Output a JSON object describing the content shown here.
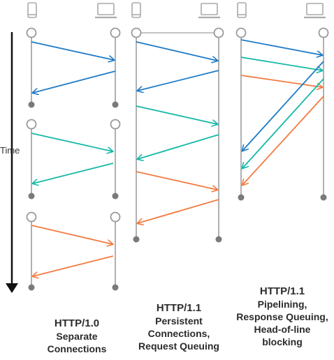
{
  "time_label": "Time",
  "colors": {
    "blue": "#1f7bc6",
    "teal": "#15b9a6",
    "orange": "#f37b40",
    "line": "#b0b0b0",
    "dot": "#7a7a7a",
    "icon": "#aaaaaa",
    "axis": "#111111"
  },
  "panels": [
    {
      "title": "HTTP/1.0",
      "lines": [
        "Separate",
        "Connections"
      ]
    },
    {
      "title": "HTTP/1.1",
      "lines": [
        "Persistent",
        "Connections,",
        "Request Queuing"
      ]
    },
    {
      "title": "HTTP/1.1",
      "lines": [
        "Pipelining,",
        "Response Queuing,",
        "Head-of-line",
        "blocking"
      ]
    }
  ]
}
